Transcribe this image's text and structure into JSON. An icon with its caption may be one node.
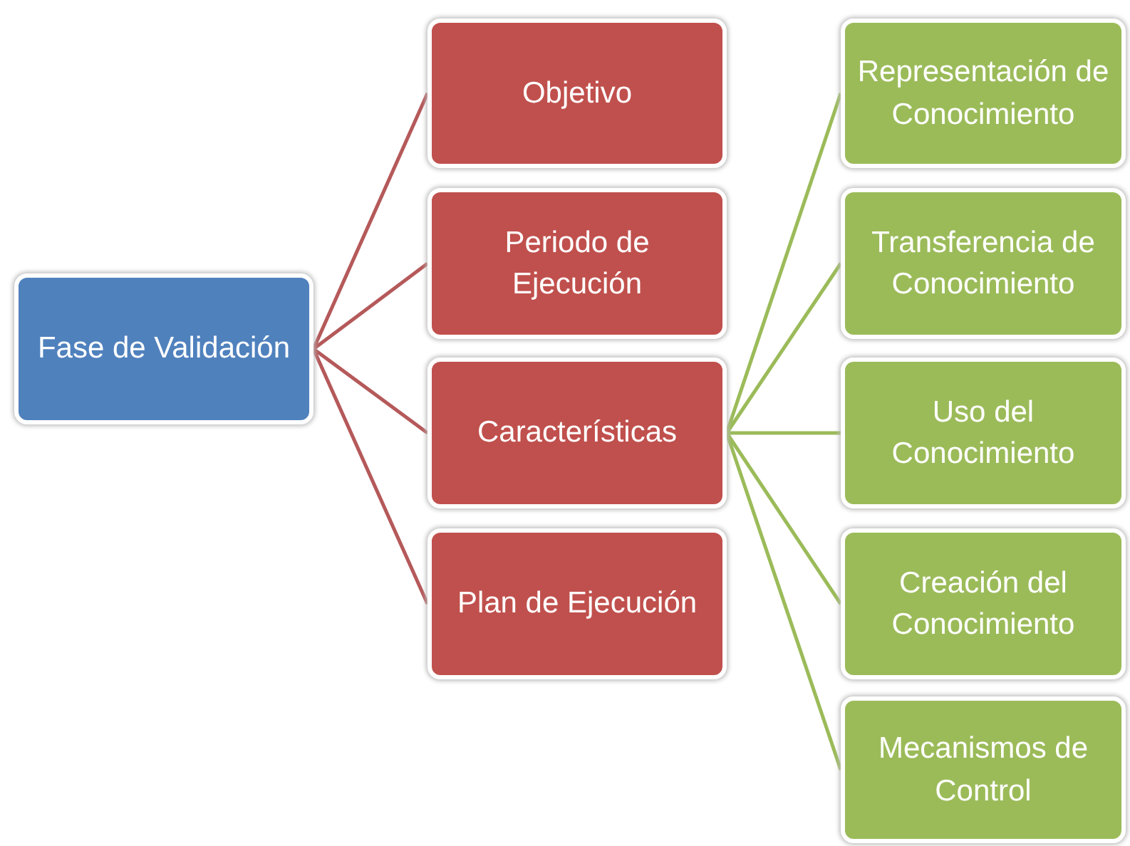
{
  "diagram": {
    "nodes": [
      {
        "text": [
          "Fase de Validación"
        ]
      },
      {
        "text": [
          "Objetivo"
        ]
      },
      {
        "text": [
          "Periodo de Ejecución"
        ]
      },
      {
        "text": [
          "Características"
        ]
      },
      {
        "text": [
          "Plan de Ejecución"
        ]
      },
      {
        "text": [
          "Representación de Conocimiento"
        ]
      },
      {
        "text": [
          "Transferencia de Conocimiento"
        ]
      },
      {
        "text": [
          "Uso del Conocimiento"
        ]
      },
      {
        "text": [
          "Creación del Conocimiento"
        ]
      },
      {
        "text": [
          "Mecanismos de Control"
        ]
      }
    ],
    "edges": [
      {
        "from": 0,
        "to": 1,
        "arrow": "none",
        "color": "#b5595a"
      },
      {
        "from": 0,
        "to": 2,
        "arrow": "none",
        "color": "#b5595a"
      },
      {
        "from": 0,
        "to": 3,
        "arrow": "none",
        "color": "#b5595a"
      },
      {
        "from": 0,
        "to": 4,
        "arrow": "none",
        "color": "#b5595a"
      },
      {
        "from": 3,
        "to": 5,
        "arrow": "none"
      },
      {
        "from": 3,
        "to": 6,
        "arrow": "none"
      },
      {
        "from": 3,
        "to": 7,
        "arrow": "none"
      },
      {
        "from": 3,
        "to": 8,
        "arrow": "none"
      },
      {
        "from": 3,
        "to": 9,
        "arrow": "none"
      }
    ]
  }
}
